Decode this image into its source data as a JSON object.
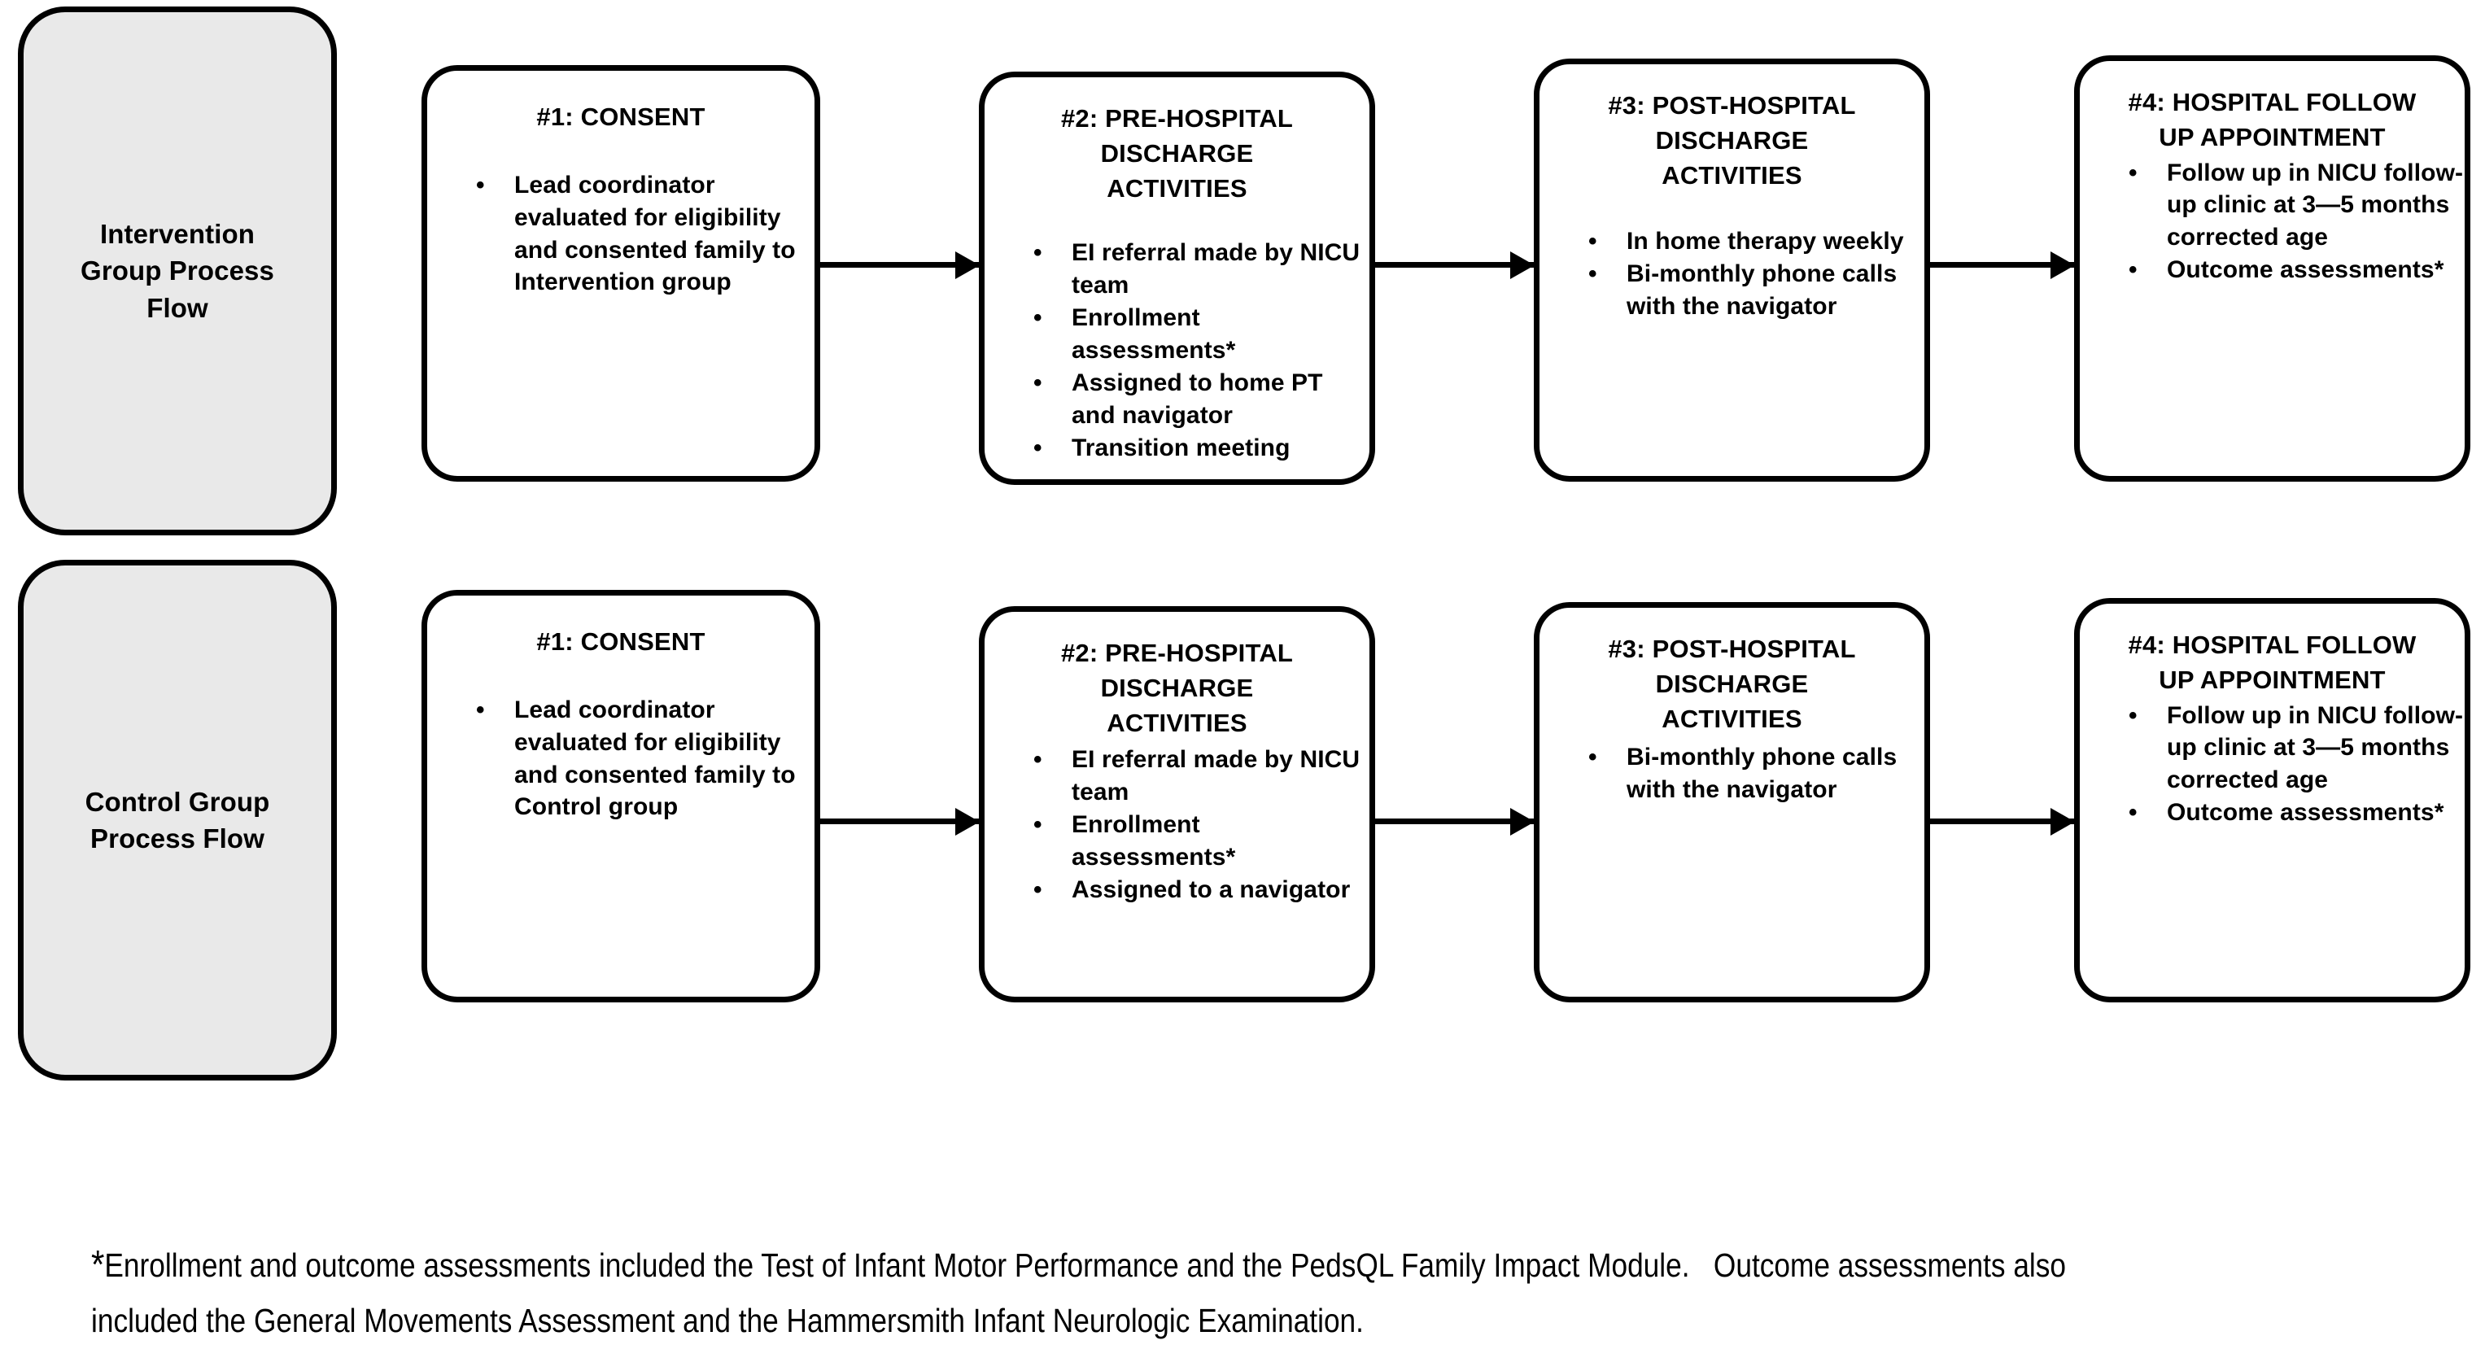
{
  "diagram": {
    "title": "Study process flow diagram",
    "colors": {
      "group_box_fill": "#e9e9e9",
      "step_box_fill": "#ffffff",
      "stroke": "#000000",
      "text": "#000000"
    },
    "rows": [
      {
        "id": "intervention",
        "group_label": "Intervention\nGroup Process\nFlow",
        "steps": [
          {
            "id": "consent",
            "title": "#1:  CONSENT",
            "bullets": [
              "Lead coordinator evaluated for eligibility and consented family to Intervention group"
            ]
          },
          {
            "id": "pre-hospital-discharge",
            "title": "#2: PRE-HOSPITAL\nDISCHARGE\nACTIVITIES",
            "bullets": [
              "EI referral made by NICU team",
              "Enrollment assessments*",
              "Assigned to home PT and navigator",
              "Transition meeting"
            ]
          },
          {
            "id": "post-hospital-discharge",
            "title": "#3: POST-HOSPITAL\nDISCHARGE\nACTIVITIES",
            "bullets": [
              "In home therapy weekly",
              "Bi-monthly phone calls with the navigator"
            ]
          },
          {
            "id": "hospital-follow-up",
            "title": "#4: HOSPITAL FOLLOW\nUP APPOINTMENT",
            "bullets": [
              "Follow up in NICU follow-up clinic at 3—5 months corrected  age",
              "Outcome assessments*"
            ]
          }
        ]
      },
      {
        "id": "control",
        "group_label": "Control Group\nProcess  Flow",
        "steps": [
          {
            "id": "consent",
            "title": "#1:  CONSENT",
            "bullets": [
              "Lead coordinator evaluated for eligibility and consented family to Control group"
            ]
          },
          {
            "id": "pre-hospital-discharge",
            "title": "#2: PRE-HOSPITAL\nDISCHARGE\nACTIVITIES",
            "bullets": [
              "EI referral made by NICU team",
              "Enrollment assessments*",
              " Assigned to a navigator"
            ]
          },
          {
            "id": "post-hospital-discharge",
            "title": "#3: POST-HOSPITAL\nDISCHARGE\nACTIVITIES",
            "bullets": [
              "Bi-monthly phone calls with the navigator"
            ]
          },
          {
            "id": "hospital-follow-up",
            "title": "#4: HOSPITAL FOLLOW\nUP APPOINTMENT",
            "bullets": [
              "Follow up in NICU follow-up clinic at 3—5 months corrected age",
              "Outcome assessments*"
            ]
          }
        ]
      }
    ],
    "footnote": {
      "marker": "*",
      "text": "Enrollment and outcome assessments included the Test of Infant Motor Performance and the PedsQL Family Impact Module.   Outcome assessments also included the General Movements Assessment and the Hammersmith Infant Neurologic Examination."
    }
  }
}
